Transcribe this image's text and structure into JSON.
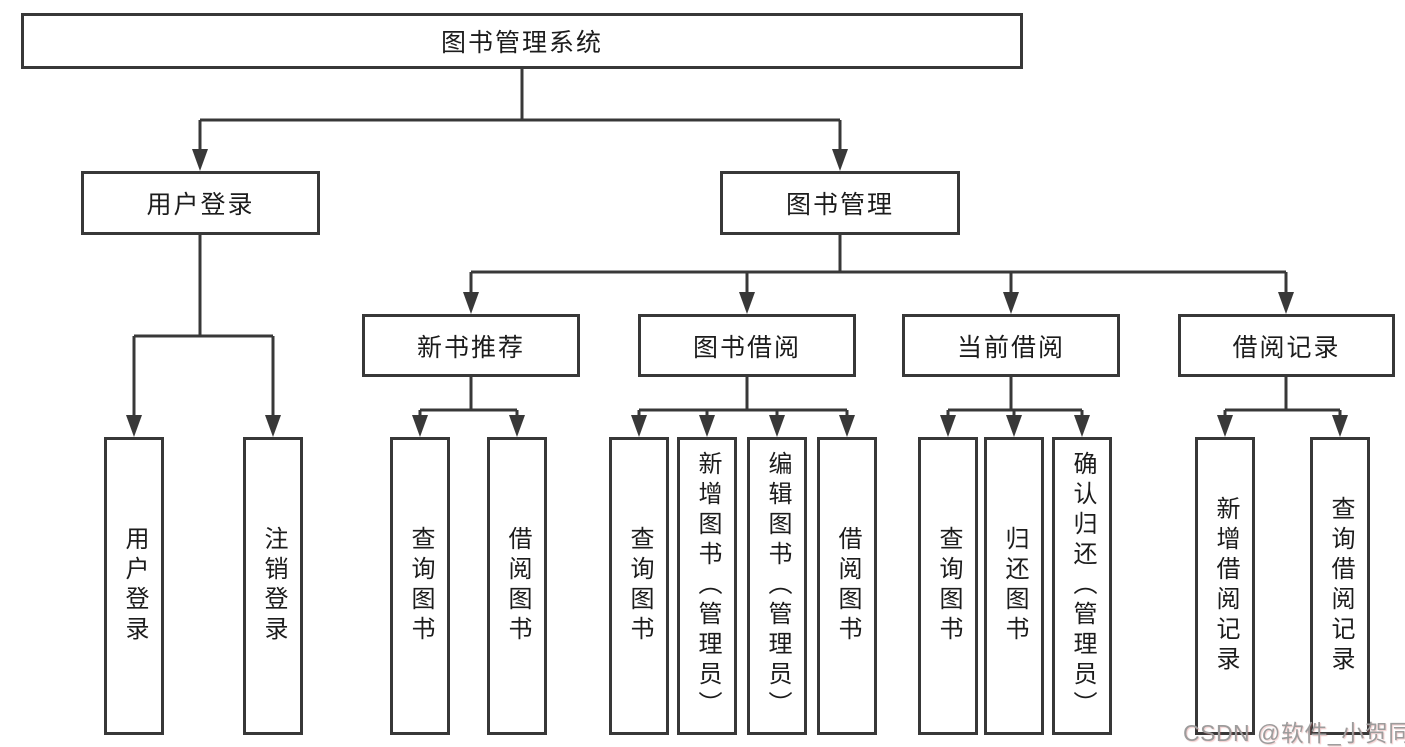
{
  "title": "图书管理系统",
  "nodes": {
    "root": "图书管理系统",
    "user_login": "用户登录",
    "book_mgmt": "图书管理",
    "new_book_rec": "新书推荐",
    "book_borrow": "图书借阅",
    "current_borrow": "当前借阅",
    "borrow_records": "借阅记录",
    "leaf_login": "用户登录",
    "leaf_logout": "注销登录",
    "leaf_rec_query_book": "查询图书",
    "leaf_rec_borrow_book": "借阅图书",
    "leaf_bb_query_book": "查询图书",
    "leaf_bb_add_book": "新增图书（管理员）",
    "leaf_bb_edit_book": "编辑图书（管理员）",
    "leaf_bb_borrow_book": "借阅图书",
    "leaf_cb_query_book": "查询图书",
    "leaf_cb_return_book": "归还图书",
    "leaf_cb_confirm_return": "确认归还（管理员）",
    "leaf_br_add_record": "新增借阅记录",
    "leaf_br_query_record": "查询借阅记录"
  },
  "hierarchy": {
    "图书管理系统": {
      "用户登录": [
        "用户登录",
        "注销登录"
      ],
      "图书管理": {
        "新书推荐": [
          "查询图书",
          "借阅图书"
        ],
        "图书借阅": [
          "查询图书",
          "新增图书（管理员）",
          "编辑图书（管理员）",
          "借阅图书"
        ],
        "当前借阅": [
          "查询图书",
          "归还图书",
          "确认归还（管理员）"
        ],
        "借阅记录": [
          "新增借阅记录",
          "查询借阅记录"
        ]
      }
    }
  },
  "watermark": "CSDN @软件_小贺同学",
  "colors": {
    "line": "#383838",
    "box_border": "#383838",
    "text": "#1c1c1c",
    "watermark": "#9c9c9c"
  }
}
